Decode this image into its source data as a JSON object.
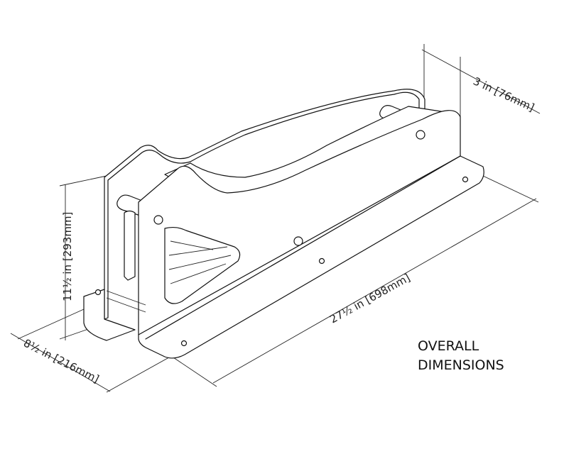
{
  "title": {
    "line1": "OVERALL",
    "line2": "DIMENSIONS"
  },
  "dimensions": {
    "depth": "3 in [76mm]",
    "length": "27½ in [698mm]",
    "height": "11½ in [293mm]",
    "width": "8½ in [216mm]"
  }
}
